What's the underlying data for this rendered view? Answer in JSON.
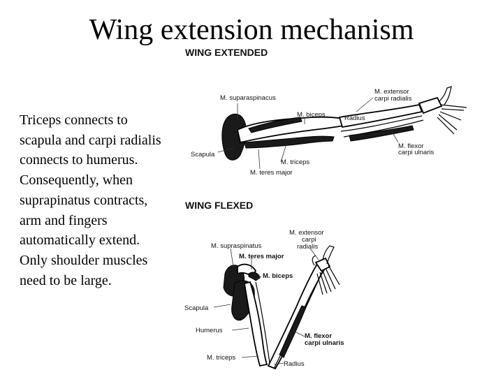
{
  "title": "Wing extension mechanism",
  "body_text": "Triceps connects to scapula and carpi radialis connects to humerus. Consequently, when suprapinatus contracts, arm and fingers automatically extend. Only shoulder muscles need to be large.",
  "figure": {
    "extended": {
      "header": "WING EXTENDED",
      "labels": {
        "supraspinatus": "M. suparaspinacus",
        "extensor_1": "M. extensor",
        "extensor_2": "carpi radialis",
        "biceps": "M. biceps",
        "radius": "Radius",
        "scapula": "Scapula",
        "triceps": "M. triceps",
        "teres_major": "M. teres major",
        "flexor_1": "M. flexor",
        "flexor_2": "carpi ulnaris"
      }
    },
    "flexed": {
      "header": "WING FLEXED",
      "labels": {
        "extensor_1": "M. extensor",
        "extensor_2": "carpi",
        "extensor_3": "radialis",
        "supraspinatus": "M. supraspinatus",
        "teres_major": "M. teres major",
        "biceps": "M. biceps",
        "scapula": "Scapula",
        "humerus": "Humerus",
        "flexor_1": "M. flexor",
        "flexor_2": "carpi ulnaris",
        "triceps": "M. triceps",
        "radius": "Radius"
      }
    }
  }
}
